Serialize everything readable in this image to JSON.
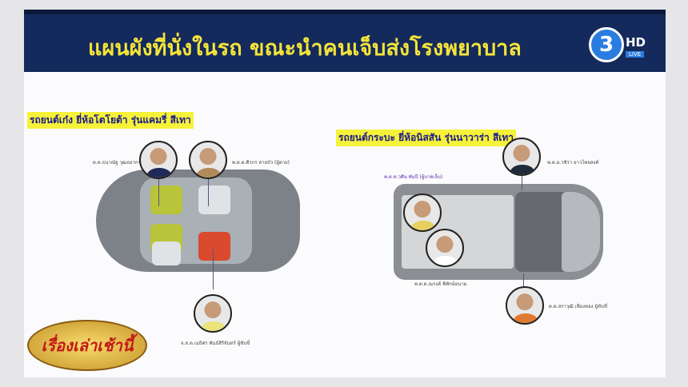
{
  "header": {
    "title": "แผนผังที่นั่งในรถ ขณะนำคนเจ็บส่งโรงพยาบาล",
    "channel": "3",
    "hd": "HD",
    "live": "LIVE"
  },
  "left_car": {
    "caption": "รถยนต์เก๋ง ยี่ห้อโตโยต้า รุ่นแคมรี่ สีเทา",
    "people": [
      "ด.ต.ธนาณัฐ วุฒธยากร",
      "พ.ต.ต.ศิวกร สายบัว (ผู้ตาย)",
      "จ.ส.ต.เมธิศร พันธ์สิริจันทร์ ผู้ขับขี่"
    ]
  },
  "right_car": {
    "caption": "รถยนต์กระบะ ยี่ห้อนิสสัน รุ่นนาวาร่า สีเทา",
    "people": [
      "พ.ต.อ.วชิรา ยาวไทยสงค์",
      "พ.ต.ท.วศิน พันปี (ผู้บาดเจ็บ)",
      "พ.ต.ต.ณรงค์ พิทักษ์อนาม",
      "ด.ต.สราวุฒิ เชียงทอง ผู้ขับขี่"
    ]
  },
  "show_logo": "เรื่องเล่าเช้านี้",
  "colors": {
    "navy": "#142a5c",
    "title_yellow": "#f4e43a",
    "seat_green": "#b9c43a",
    "seat_red": "#d94a2e"
  }
}
